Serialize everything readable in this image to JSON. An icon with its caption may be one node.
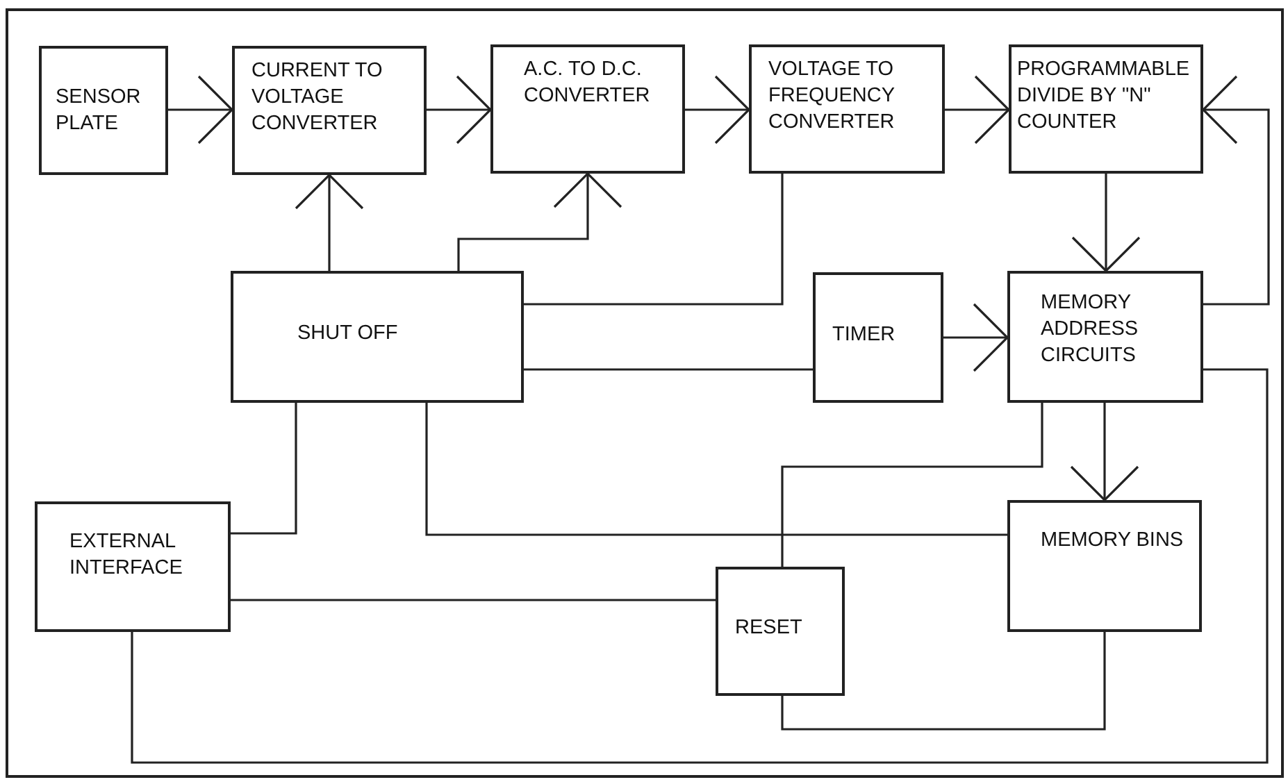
{
  "diagram": {
    "nodes": [
      {
        "text": [
          "SENSOR PLATE"
        ]
      },
      {
        "text": [
          "CURRENT TO VOLTAGE CONVERTER"
        ]
      },
      {
        "text": [
          "A.C. TO D.C. CONVERTER"
        ]
      },
      {
        "text": [
          "VOLTAGE TO FREQUENCY CONVERTER"
        ]
      },
      {
        "text": [
          "PROGRAMMABLE DIVIDE BY \"N\" COUNTER"
        ]
      },
      {
        "text": [
          "SHUT OFF"
        ]
      },
      {
        "text": [
          "TIMER"
        ]
      },
      {
        "text": [
          "MEMORY ADDRESS CIRCUITS"
        ]
      },
      {
        "text": [
          "EXTERNAL INTERFACE"
        ]
      },
      {
        "text": [
          "RESET"
        ]
      },
      {
        "text": [
          "MEMORY BINS"
        ]
      }
    ],
    "edges": [
      {
        "from": 0,
        "to": 1,
        "arrow": "to"
      },
      {
        "from": 1,
        "to": 2,
        "arrow": "to"
      },
      {
        "from": 2,
        "to": 3,
        "arrow": "to"
      },
      {
        "from": 3,
        "to": 4,
        "arrow": "to"
      },
      {
        "from": 5,
        "to": 1,
        "arrow": "to"
      },
      {
        "from": 5,
        "to": 2,
        "arrow": "to"
      },
      {
        "from": 3,
        "to": 5,
        "arrow": "none"
      },
      {
        "from": 5,
        "to": 6,
        "arrow": "none"
      },
      {
        "from": 6,
        "to": 7,
        "arrow": "to"
      },
      {
        "from": 4,
        "to": 7,
        "arrow": "to"
      },
      {
        "from": 7,
        "to": 4,
        "arrow": "to"
      },
      {
        "from": 7,
        "to": 10,
        "arrow": "to"
      },
      {
        "from": 8,
        "to": 5,
        "arrow": "none"
      },
      {
        "from": 5,
        "to": 10,
        "arrow": "none"
      },
      {
        "from": 7,
        "to": 9,
        "arrow": "none"
      },
      {
        "from": 8,
        "to": 9,
        "arrow": "none"
      },
      {
        "from": 9,
        "to": 10,
        "arrow": "none"
      },
      {
        "from": 8,
        "to": 7,
        "arrow": "none"
      }
    ]
  }
}
